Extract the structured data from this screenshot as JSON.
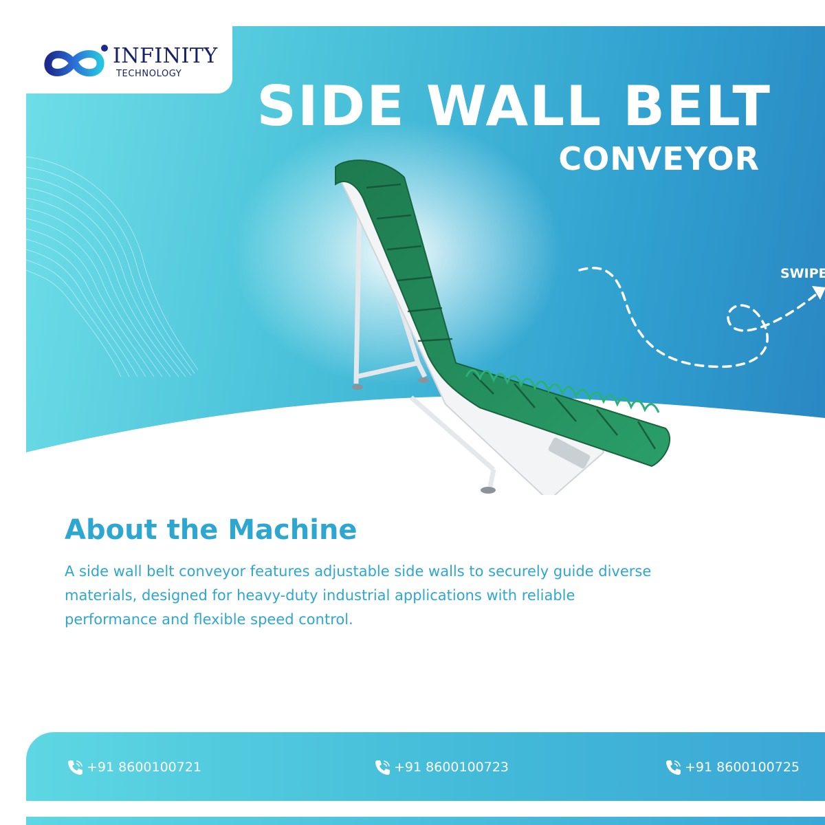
{
  "brand": {
    "name": "INFINITY",
    "tagline": "TECHNOLOGY"
  },
  "hero": {
    "title": "SIDE WALL BELT",
    "subtitle": "CONVEYOR",
    "swipe_label": "SWIPE"
  },
  "about": {
    "heading": "About the Machine",
    "body": "A side wall belt conveyor features adjustable side walls to securely guide diverse materials, designed for heavy-duty industrial applications with reliable performance and flexible speed control."
  },
  "contacts": [
    {
      "icon": "phone-icon",
      "number": "+91 8600100721"
    },
    {
      "icon": "phone-icon",
      "number": "+91 8600100723"
    },
    {
      "icon": "phone-icon",
      "number": "+91 8600100725"
    }
  ],
  "colors": {
    "accent": "#2ea6d2",
    "brand_navy": "#16206a",
    "belt_green": "#1f8a5b"
  }
}
